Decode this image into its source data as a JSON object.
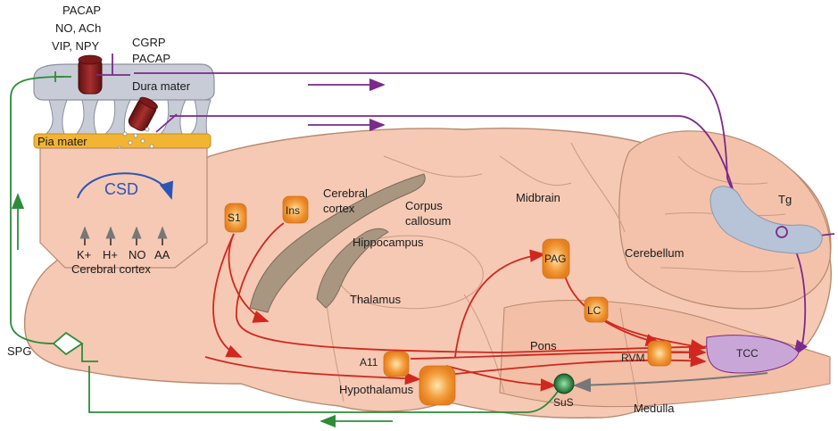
{
  "meninges": {
    "dura_label": "Dura mater",
    "pia_label": "Pia mater",
    "green_fiber_transmitters": [
      "PACAP",
      "NO, ACh",
      "VIP, NPY"
    ],
    "purple_fiber_transmitters": [
      "CGRP",
      "PACAP"
    ]
  },
  "cortex_box": {
    "phenomenon": "CSD",
    "ions": [
      "K+",
      "H+",
      "NO",
      "AA"
    ],
    "label": "Cerebral cortex"
  },
  "brain_regions": {
    "cerebral_cortex": "Cerebral\ncortex",
    "corpus_callosum": "Corpus\ncallosum",
    "hippocampus": "Hippocampus",
    "thalamus": "Thalamus",
    "midbrain": "Midbrain",
    "cerebellum": "Cerebellum",
    "pons": "Pons",
    "hypothalamus": "Hypothalamus",
    "medulla": "Medulla"
  },
  "nuclei": [
    "S1",
    "Ins",
    "PAG",
    "LC",
    "A11",
    "RVM",
    "TCC",
    "SuS"
  ],
  "ganglia": {
    "trigeminal": "Tg",
    "sphenopalatine": "SPG"
  },
  "colors": {
    "brain": "#f6c9b4",
    "dura": "#c8ccd6",
    "pia": "#f2b533",
    "nucleus": "#f0902a",
    "tcc": "#c9a6d8",
    "sus": "#1f7a3a",
    "trigeminal_fiber": "#7a2a8a",
    "parasympathetic_fiber": "#2e8b3a",
    "pathway_arrow": "#d0281e",
    "hippocampus": "#a89680",
    "vessel": "#8c1f1f"
  }
}
